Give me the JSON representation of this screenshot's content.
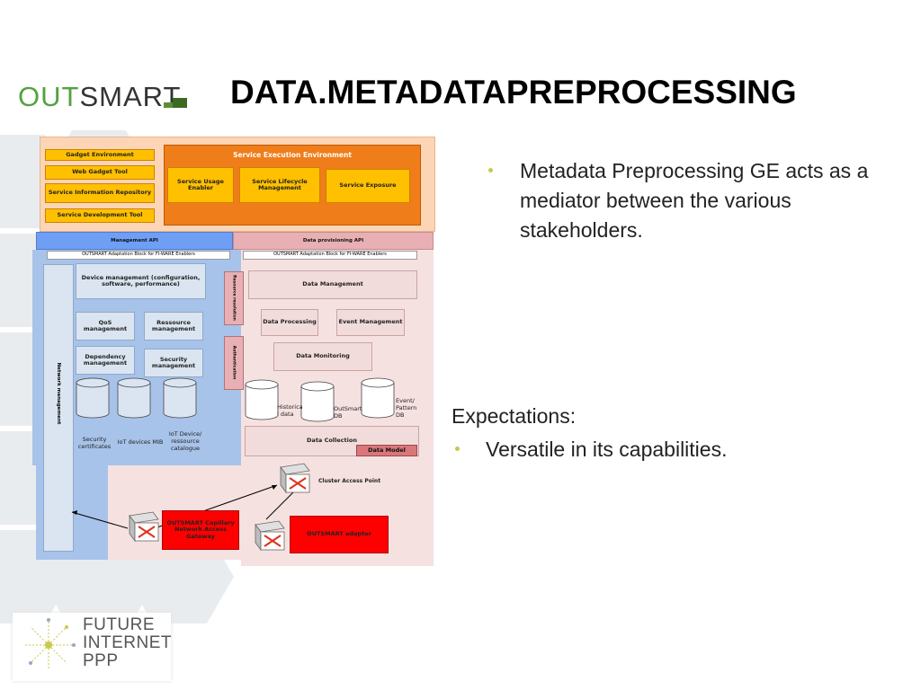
{
  "title": "DATA.METADATAPREPROCESSING",
  "logo": {
    "part1": "OUT",
    "part2": "SMART"
  },
  "footer_logo": {
    "line1": "FUTURE",
    "line2": "INTERNET",
    "line3": "PPP"
  },
  "right_text": {
    "bullet1": "Metadata Preprocessing GE acts as a mediator between the various stakeholders.",
    "expectations_label": "Expectations:",
    "bullet2": "Versatile in its capabilities."
  },
  "diagram": {
    "gadget_environment": "Gadget Environment",
    "web_gadget_tool": "Web Gadget Tool",
    "service_information_repository": "Service Information Repository",
    "service_development_tool": "Service Development Tool",
    "service_execution_environment": "Service Execution Environment",
    "service_usage_enabler": "Service Usage Enabler",
    "service_lifecycle_management": "Service Lifecycle Management",
    "service_exposure": "Service Exposure",
    "management_api": "Management API",
    "data_provisioning_api": "Data provisioning API",
    "adaptation_block_left": "OUTSMART Adaptation Block for FI-WARE Enablers",
    "adaptation_block_right": "OUTSMART Adaptation Block for FI-WARE Enablers",
    "device_management": "Device management (configuration, software, performance)",
    "qos_management": "QoS management",
    "ressource_management": "Ressource management",
    "dependency_management": "Dependency management",
    "security_management": "Security management",
    "resource_resolution": "Resource resolution",
    "authentication": "Authentication",
    "network_management": "Network management",
    "security_certificates": "Security certificates",
    "iot_devices_mib": "IoT devices MIB",
    "iot_device_catalogue": "IoT Device/ ressource catalogue",
    "data_management": "Data Management",
    "data_processing": "Data Processing",
    "event_management": "Event Management",
    "data_monitoring": "Data Monitoring",
    "historical_data": "Historica l data",
    "outsmart_db": "OutSmart DB",
    "event_pattern_db": "Event/ Pattern DB",
    "data_collection": "Data Collection",
    "data_model": "Data Model",
    "cluster_access_point": "Cluster Access Point",
    "capillary_gateway": "OUTSMART Capillary Network Access Gateway",
    "outsmart_adapter": "OUTSMART adapter"
  },
  "colors": {
    "orange": "#ef7d1a",
    "yellow": "#ffc000",
    "blue_api": "#6f9ff5",
    "pink_api": "#e8b0b4",
    "red": "#ff0000",
    "light_blue": "#dbe5f1",
    "light_pink": "#f2dcdb"
  }
}
